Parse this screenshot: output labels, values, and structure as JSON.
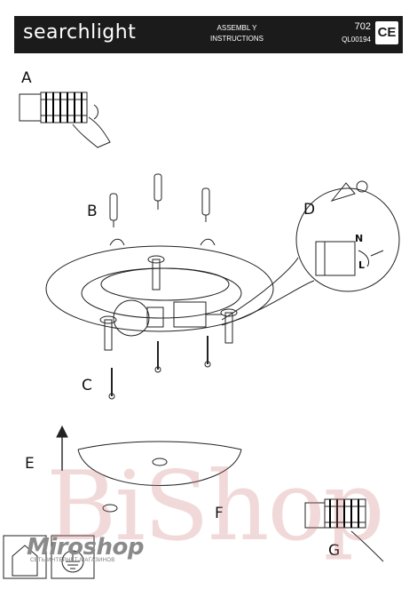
{
  "header": {
    "brand": "searchlight",
    "doc_title": "ASSEMBL Y INSTRUCTIONS",
    "code": "702",
    "ql_code": "QL00194",
    "ce_mark": "CE"
  },
  "steps": {
    "a": "A",
    "b": "B",
    "c": "C",
    "d": "D",
    "e": "E",
    "f": "F",
    "g": "G"
  },
  "wiring": {
    "neutral": "N",
    "live": "L"
  },
  "watermark": {
    "shop": "BiShop",
    "miroshop": "Miroshop",
    "tagline": "СЕТЬ ИНТЕРНЕТ-МАГАЗИНОВ"
  },
  "icons": [
    "indoor-home-icon",
    "earth-ground-icon"
  ]
}
